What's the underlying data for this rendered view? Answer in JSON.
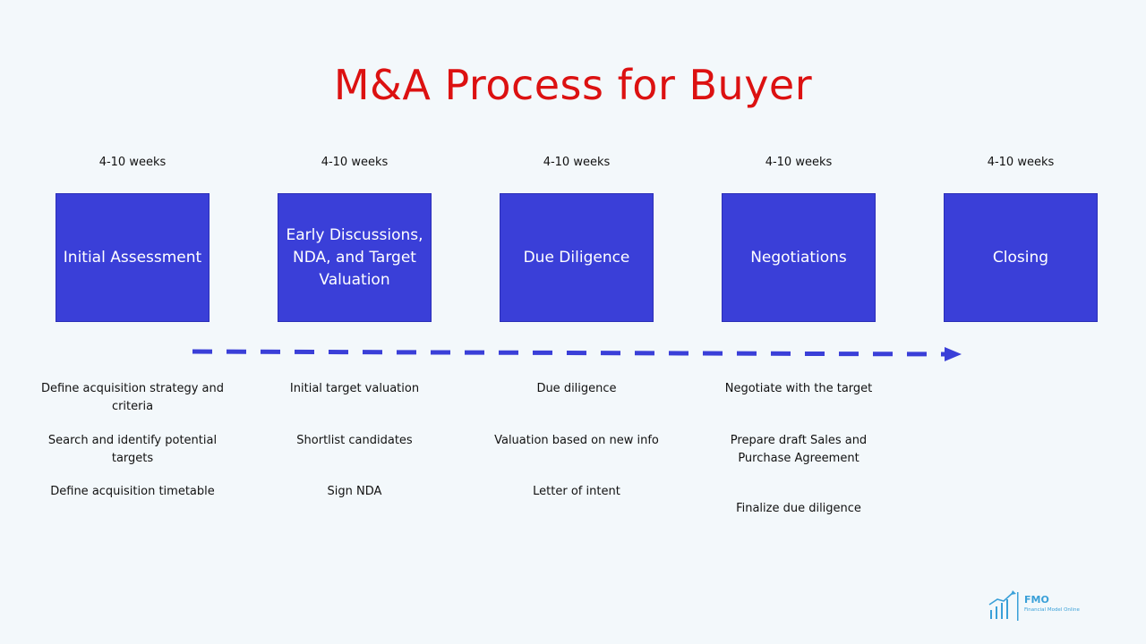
{
  "title": "M&A Process for Buyer",
  "colors": {
    "title": "#dc1111",
    "box_fill": "#3a3fd8",
    "arrow": "#3a3fd8",
    "background": "#f3f8fb",
    "logo": "#3aa0d8"
  },
  "stages": [
    {
      "duration": "4-10 weeks",
      "label": "Initial Assessment",
      "tasks": [
        "Define acquisition strategy and criteria",
        "Search and identify potential targets",
        "Define acquisition timetable"
      ]
    },
    {
      "duration": "4-10 weeks",
      "label": "Early Discussions, NDA, and Target Valuation",
      "tasks": [
        "Initial target valuation",
        "Shortlist candidates",
        "Sign NDA"
      ]
    },
    {
      "duration": "4-10 weeks",
      "label": "Due Diligence",
      "tasks": [
        "Due diligence",
        "Valuation based on new info",
        "Letter of intent"
      ]
    },
    {
      "duration": "4-10 weeks",
      "label": "Negotiations",
      "tasks": [
        "Negotiate with the target",
        "Prepare draft Sales and Purchase Agreement",
        "Finalize due diligence"
      ]
    },
    {
      "duration": "4-10 weeks",
      "label": "Closing",
      "tasks": []
    }
  ],
  "logo": {
    "name": "FMO",
    "subtitle": "Financial Model Online",
    "icon": "bar-chart-growth-icon"
  }
}
